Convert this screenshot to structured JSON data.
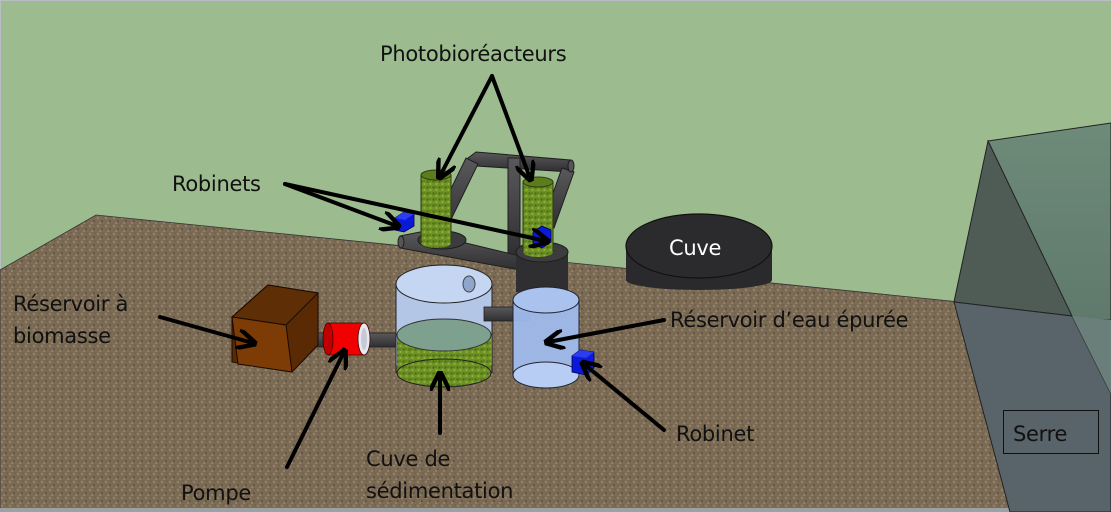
{
  "diagram": {
    "language": "fr",
    "labels": {
      "photobioreacteurs": "Photobioréacteurs",
      "robinets": "Robinets",
      "cuve": "Cuve",
      "reservoir_biomasse_line1": "Réservoir à",
      "reservoir_biomasse_line2": "biomasse",
      "reservoir_eau_epuree": "Réservoir d’eau épurée",
      "robinet": "Robinet",
      "pompe": "Pompe",
      "cuve_sedimentation_line1": "Cuve de",
      "cuve_sedimentation_line2": "sédimentation",
      "serre": "Serre"
    },
    "components": [
      {
        "id": "photobioreactor-left",
        "type": "photobioreactor"
      },
      {
        "id": "photobioreactor-right",
        "type": "photobioreactor"
      },
      {
        "id": "valve-left",
        "type": "robinet"
      },
      {
        "id": "valve-right",
        "type": "robinet"
      },
      {
        "id": "valve-clean-water",
        "type": "robinet"
      },
      {
        "id": "storage-tank",
        "type": "cuve"
      },
      {
        "id": "biomass-reservoir",
        "type": "reservoir"
      },
      {
        "id": "pump",
        "type": "pompe"
      },
      {
        "id": "sedimentation-tank",
        "type": "cuve"
      },
      {
        "id": "clean-water-reservoir",
        "type": "reservoir"
      },
      {
        "id": "greenhouse",
        "type": "serre"
      }
    ],
    "colors": {
      "sky": "#9cbb8f",
      "ground": "#7d6a52",
      "algae": "#6d8f22",
      "pipe": "#3d3d3f",
      "valve": "#0a1de0",
      "pump": "#f00000",
      "biomass_box": "#7a3a06",
      "water": "#a9c3ef",
      "cuve": "#2b2b2d",
      "greenhouse": "#5b6668"
    }
  }
}
